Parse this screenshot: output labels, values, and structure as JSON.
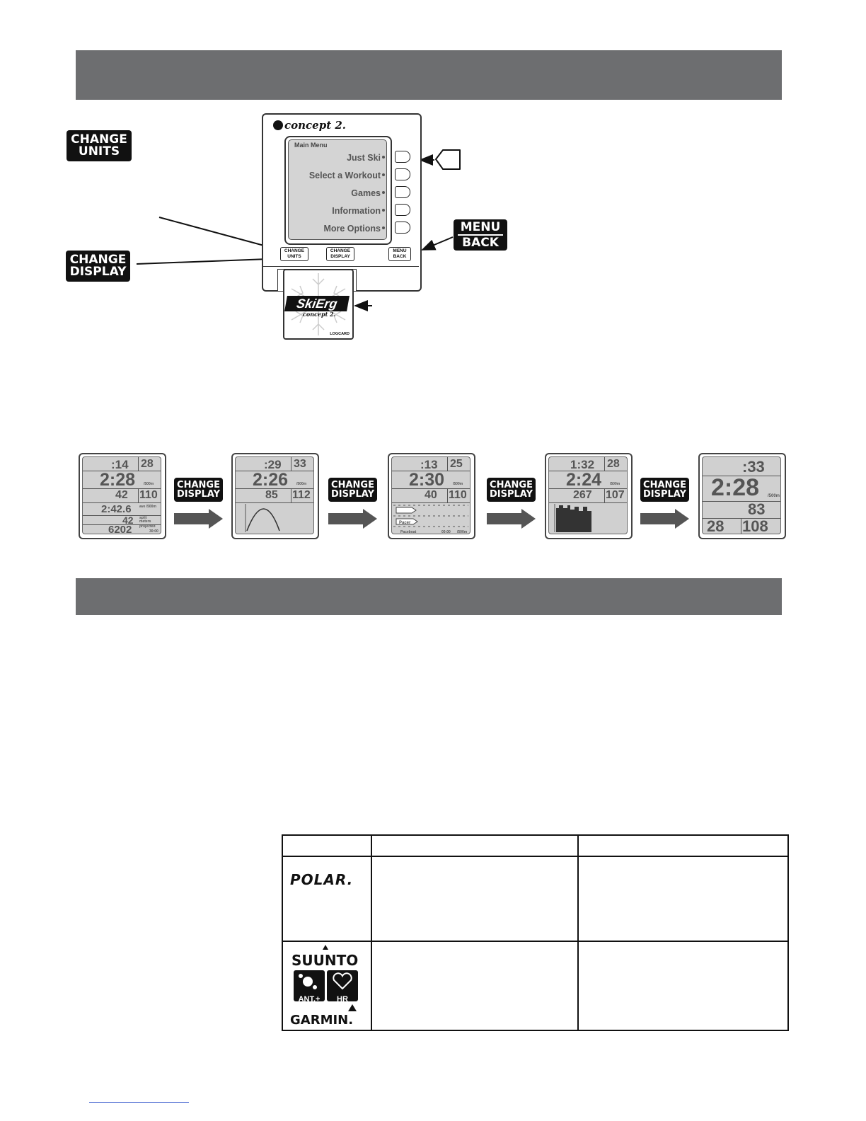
{
  "labels": {
    "change_units": [
      "CHANGE",
      "UNITS"
    ],
    "change_display": [
      "CHANGE",
      "DISPLAY"
    ],
    "menu_back": [
      "MENU",
      "BACK"
    ]
  },
  "monitor": {
    "brand": "concept 2.",
    "menu_title": "Main Menu",
    "menu_items": [
      "Just Ski",
      "Select a Workout",
      "Games",
      "Information",
      "More Options"
    ],
    "buttons": {
      "change_units": [
        "CHANGE",
        "UNITS"
      ],
      "change_display": [
        "CHANGE",
        "DISPLAY"
      ],
      "menu_back": [
        "MENU",
        "BACK"
      ]
    }
  },
  "logcard": {
    "brand": "SkiErg",
    "sub": "concept 2.",
    "foot": "LOGCARD"
  },
  "displays": [
    {
      "time": ":14",
      "spm": "28",
      "pace": "2:28",
      "pace_unit": "/500m",
      "meters": "42",
      "hr": "110",
      "avg": "2:42.6",
      "avg_lbl": "ave /500m",
      "split": "42",
      "split_lbl": "split meters",
      "proj": "6202",
      "proj_lbl": "projected",
      "proj_time": "30:00"
    },
    {
      "time": ":29",
      "spm": "33",
      "pace": "2:26",
      "pace_unit": "/500m",
      "meters": "85",
      "hr": "112"
    },
    {
      "time": ":13",
      "spm": "25",
      "pace": "2:30",
      "pace_unit": "/500m",
      "meters": "40",
      "hr": "110",
      "pacer": "Pacer",
      "pace_boat": "Paceboat",
      "pace_boat_time": "00:00",
      "pace_boat_unit": "/500m"
    },
    {
      "time": "1:32",
      "spm": "28",
      "pace": "2:24",
      "pace_unit": "/500m",
      "meters": "267",
      "hr": "107"
    },
    {
      "time": ":33",
      "pace": "2:28",
      "pace_unit": "/500m",
      "meters": "83",
      "spm": "28",
      "hr": "108"
    }
  ],
  "hr_table": {
    "brands": [
      "POLAR.",
      "SUUNTO",
      "ANT.+",
      "HR",
      "GARMIN."
    ]
  }
}
